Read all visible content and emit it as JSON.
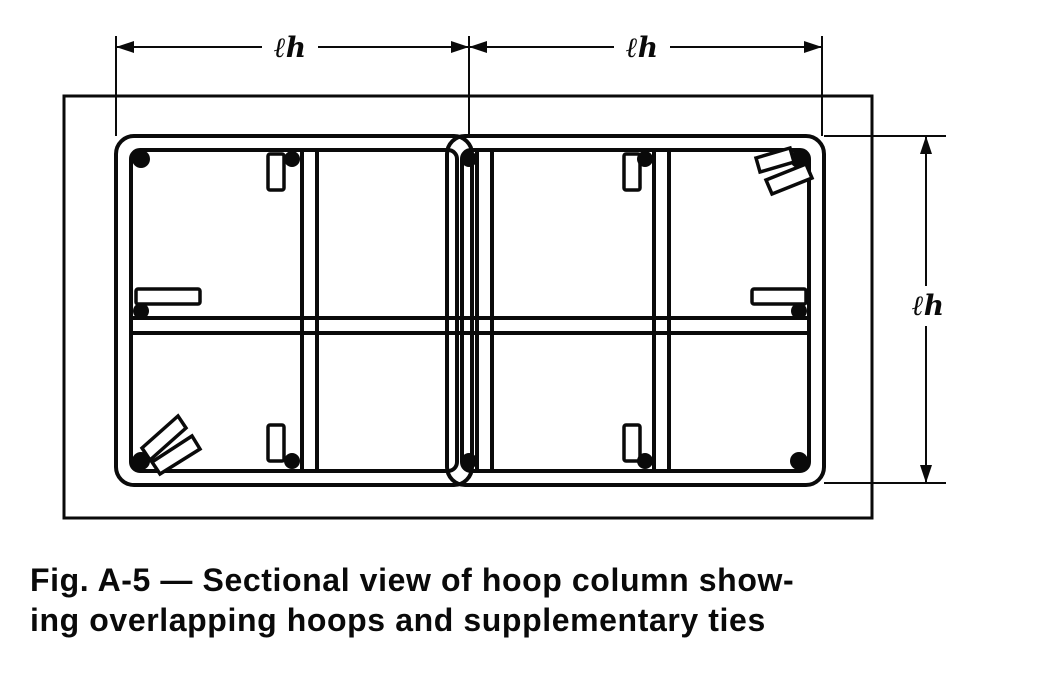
{
  "dimensions": {
    "top_left": "ℓh",
    "top_right": "ℓh",
    "right_vertical": "ℓh"
  },
  "caption": {
    "line1": "Fig. A-5 — Sectional view of hoop column show-",
    "line2": "ing overlapping hoops and supplementary ties"
  },
  "colors": {
    "ink": "#0a0a0a",
    "paper": "#ffffff"
  }
}
